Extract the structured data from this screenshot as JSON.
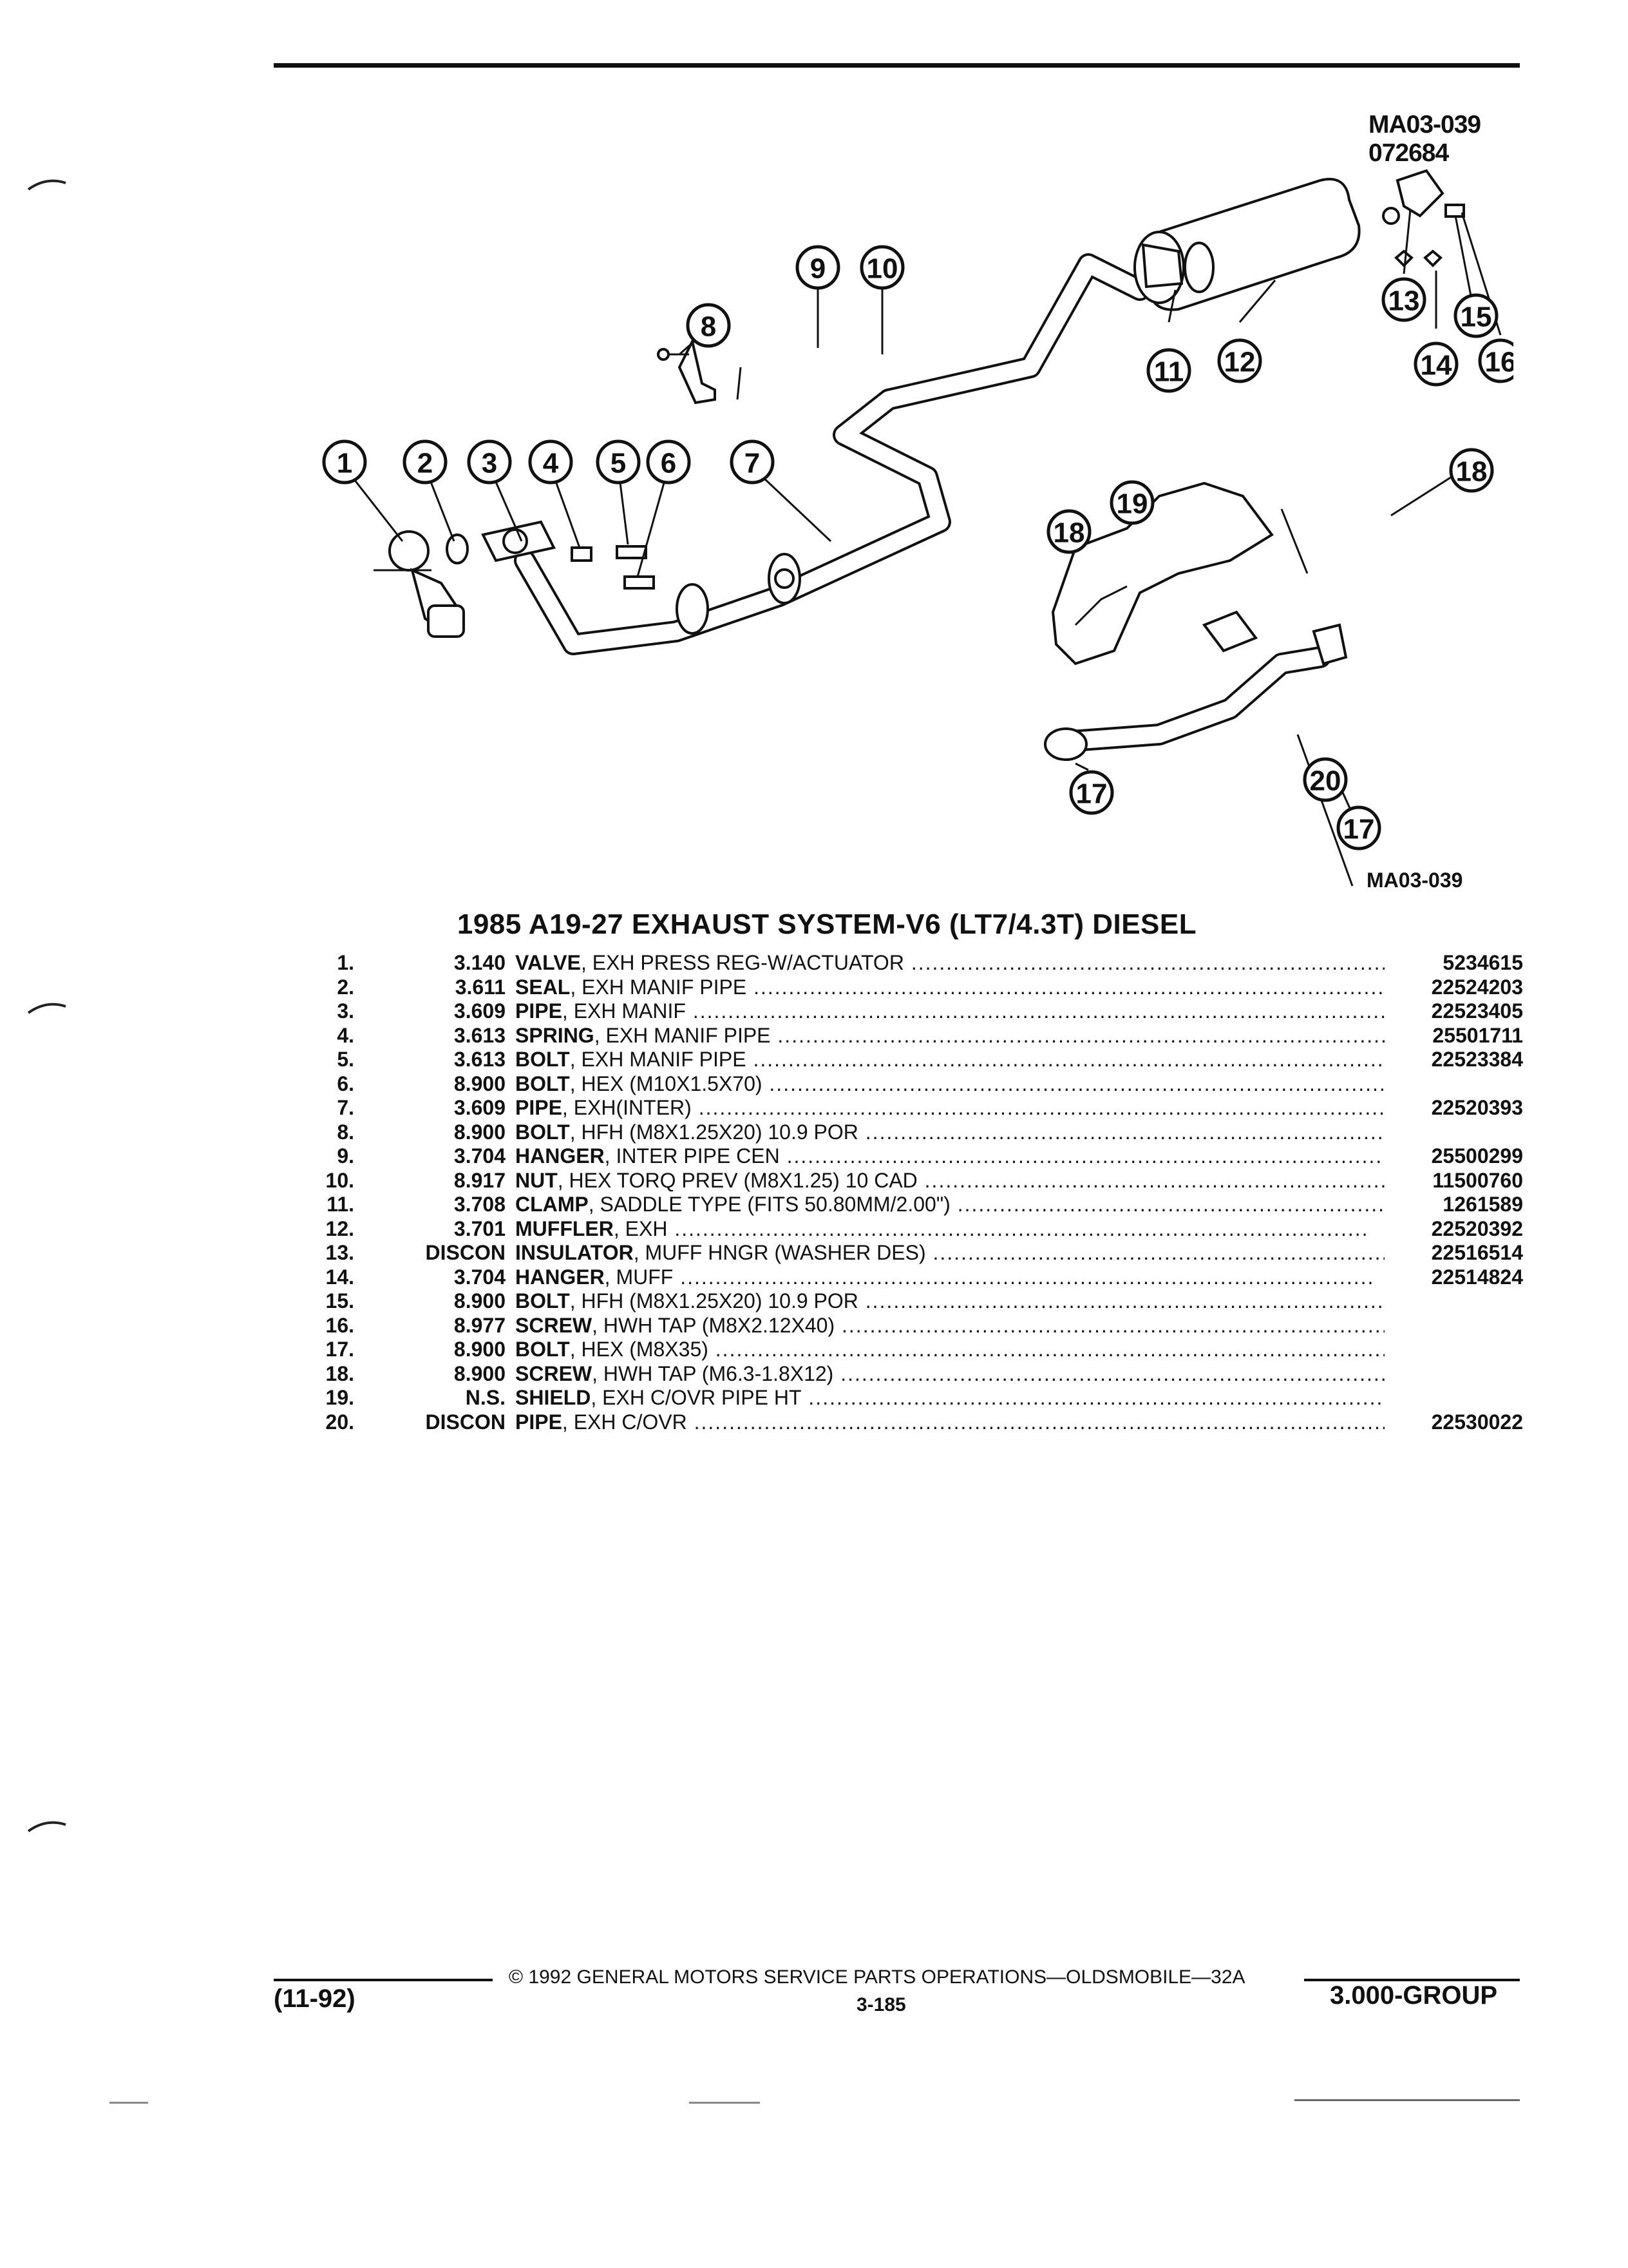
{
  "diagram": {
    "id_top": "MA03-039",
    "id_top_sub": "072684",
    "id_bottom": "MA03-039",
    "callouts": [
      "1",
      "2",
      "3",
      "4",
      "5",
      "6",
      "7",
      "8",
      "9",
      "10",
      "11",
      "12",
      "13",
      "14",
      "15",
      "16",
      "17",
      "18",
      "19",
      "20"
    ]
  },
  "title": "1985 A19-27 EXHAUST SYSTEM-V6 (LT7/4.3T) DIESEL",
  "parts": [
    {
      "num": "1.",
      "group": "3.140",
      "name": "VALVE",
      "desc": ", EXH PRESS REG-W/ACTUATOR",
      "part": "5234615"
    },
    {
      "num": "2.",
      "group": "3.611",
      "name": "SEAL",
      "desc": ", EXH MANIF PIPE",
      "part": "22524203"
    },
    {
      "num": "3.",
      "group": "3.609",
      "name": "PIPE",
      "desc": ", EXH MANIF",
      "part": "22523405"
    },
    {
      "num": "4.",
      "group": "3.613",
      "name": "SPRING",
      "desc": ", EXH MANIF PIPE",
      "part": "25501711"
    },
    {
      "num": "5.",
      "group": "3.613",
      "name": "BOLT",
      "desc": ", EXH MANIF PIPE",
      "part": "22523384"
    },
    {
      "num": "6.",
      "group": "8.900",
      "name": "BOLT",
      "desc": ", HEX (M10X1.5X70)",
      "part": ""
    },
    {
      "num": "7.",
      "group": "3.609",
      "name": "PIPE",
      "desc": ", EXH(INTER)",
      "part": "22520393"
    },
    {
      "num": "8.",
      "group": "8.900",
      "name": "BOLT",
      "desc": ", HFH (M8X1.25X20) 10.9 POR",
      "part": ""
    },
    {
      "num": "9.",
      "group": "3.704",
      "name": "HANGER",
      "desc": ", INTER PIPE CEN",
      "part": "25500299"
    },
    {
      "num": "10.",
      "group": "8.917",
      "name": "NUT",
      "desc": ", HEX TORQ PREV (M8X1.25) 10 CAD",
      "part": "11500760"
    },
    {
      "num": "11.",
      "group": "3.708",
      "name": "CLAMP",
      "desc": ", SADDLE TYPE (FITS 50.80MM/2.00\")",
      "part": "1261589"
    },
    {
      "num": "12.",
      "group": "3.701",
      "name": "MUFFLER",
      "desc": ", EXH",
      "part": "22520392"
    },
    {
      "num": "13.",
      "group": "DISCON",
      "name": "INSULATOR",
      "desc": ", MUFF HNGR (WASHER DES)",
      "part": "22516514"
    },
    {
      "num": "14.",
      "group": "3.704",
      "name": "HANGER",
      "desc": ", MUFF",
      "part": "22514824"
    },
    {
      "num": "15.",
      "group": "8.900",
      "name": "BOLT",
      "desc": ", HFH (M8X1.25X20) 10.9 POR",
      "part": ""
    },
    {
      "num": "16.",
      "group": "8.977",
      "name": "SCREW",
      "desc": ", HWH TAP (M8X2.12X40)",
      "part": ""
    },
    {
      "num": "17.",
      "group": "8.900",
      "name": "BOLT",
      "desc": ", HEX (M8X35)",
      "part": ""
    },
    {
      "num": "18.",
      "group": "8.900",
      "name": "SCREW",
      "desc": ", HWH TAP (M6.3-1.8X12)",
      "part": ""
    },
    {
      "num": "19.",
      "group": "N.S.",
      "name": "SHIELD",
      "desc": ", EXH C/OVR PIPE HT",
      "part": ""
    },
    {
      "num": "20.",
      "group": "DISCON",
      "name": "PIPE",
      "desc": ", EXH C/OVR",
      "part": "22530022"
    }
  ],
  "footer": {
    "copyright": "© 1992 GENERAL MOTORS SERVICE PARTS OPERATIONS—OLDSMOBILE—32A",
    "page": "3-185",
    "revision": "(11-92)",
    "group": "3.000-GROUP"
  }
}
